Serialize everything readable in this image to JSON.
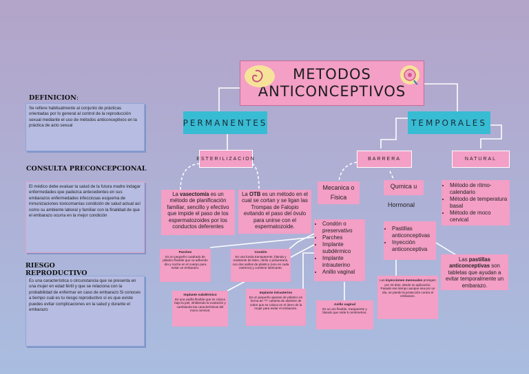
{
  "title": {
    "line1": "METODOS",
    "line2": "ANTICONCEPTIVOS"
  },
  "categories": {
    "permanentes": "PERMANENTES",
    "temporales": "TEMPORALES"
  },
  "subcategories": {
    "esterilizacion": "ESTERILIZACION",
    "barrera": "BARRERA",
    "natural": "NATURAL"
  },
  "left": {
    "definicion": {
      "heading": "DEFINICION",
      "colon": ":",
      "text": "Se refiere habitualmente al conjunto de prácticas orientadas por lo general al control de la reproducción sexual mediante el uso de métodos anticonceptivos en la práctica de acto sexual"
    },
    "consulta": {
      "heading": "CONSULTA PRECONCEPCIONAL",
      "text": "El médico debe evaluar la salud de la futura madre indagar enfermedades que padezca antecedentes en sus embarazos enfermedades infecciosas esquema de inmunizaciones toxicomanías condición de salud actual así como su ambiente laboral y familiar con la finalidad de que el embarazo ocurra en la mejor condición"
    },
    "riesgo": {
      "heading1": "RIESGO",
      "heading2": "REPRODUCTIVO",
      "text": "Es una característica o circunstancia que se presenta en una mujer en edad fértil y que se relaciona con la probabilidad de enfermar en caso de embarazo Si conoces a tiempo cuál es tu riesgo reproductivo sí es que existe puedes evitar complicaciones en la salud y durante el embarazo"
    }
  },
  "vasectomia": {
    "pre": "La ",
    "term": "vasectomía",
    "post": " es un método de planificación familiar, sencillo y efectivo que impide el paso de los espermatozoides por los conductos deferentes"
  },
  "otb": {
    "pre": "La ",
    "term": "OTB",
    "post": " es un método en el cual se cortan y se ligan las Trompas de Falopio evitando el paso del óvulo para unirse con el espermatozoide."
  },
  "mecanica": {
    "line1": "Mecanica o",
    "line2": "Fisica"
  },
  "quimica": "Qumica u",
  "hormonal": "Hormonal",
  "mecanica_list": [
    "Condón o preservativo",
    "Parches",
    "Implante subdérmico",
    "Implante intrauterino",
    "Anillo vaginal"
  ],
  "hormonal_list": [
    "Pastillas anticonceptivas",
    "Inyección anticonceptiva"
  ],
  "natural_list": [
    "Método de ritmo-calendario",
    "Método de temperatura basal",
    "Método de moco cervical"
  ],
  "parches": {
    "title": "Parches",
    "text": "Es un pequeño cuadrado de plástico flexible que va adherido día y noche en el cuerpo para evitar un embarazo."
  },
  "condon": {
    "title": "Condón",
    "text": "Es una funda transparente, blanda y resistente de látex, nitrilo o poliuretano, con dos anillos de plástico (uno en cada extremo) y contiene lubricante."
  },
  "implante_sub": {
    "title": "Implante subdérmico",
    "text": "Es una varilla flexible que se coloca bajo la piel, inhibiendo la ovulación y cambiando las características del moco cervical."
  },
  "implante_intra": {
    "title": "Implante intrauterino",
    "text": "Es un pequeño aparato de plástico en forma de \"T\" cubierta de alambre de cobre que se coloca en el útero de la mujer para evitar el embarazo."
  },
  "anillo": {
    "title": "Anillo vaginal",
    "text": "Es un aro flexible, trasparente y blando que mide 5 centímetros."
  },
  "inyecciones": {
    "pre": "Las ",
    "term": "inyecciones mensuales",
    "post": " protegen por 33 días, desde su aplicación. Pasado ese tiempo aunque sea por un día, se pierde la protección contra el embarazo."
  },
  "pastillas": {
    "pre": "Las ",
    "term": "pastillas anticonceptivas",
    "post": " son tabletas que ayudan a evitar temporalmente un embarazo."
  },
  "colors": {
    "background": "#b3a4c9",
    "pink": "#f39fc6",
    "cyan": "#37bcd3",
    "yellow": "#f7e29a",
    "panel": "#b7bce2"
  },
  "icons": [
    "fetus-icon",
    "ovum-icon"
  ]
}
